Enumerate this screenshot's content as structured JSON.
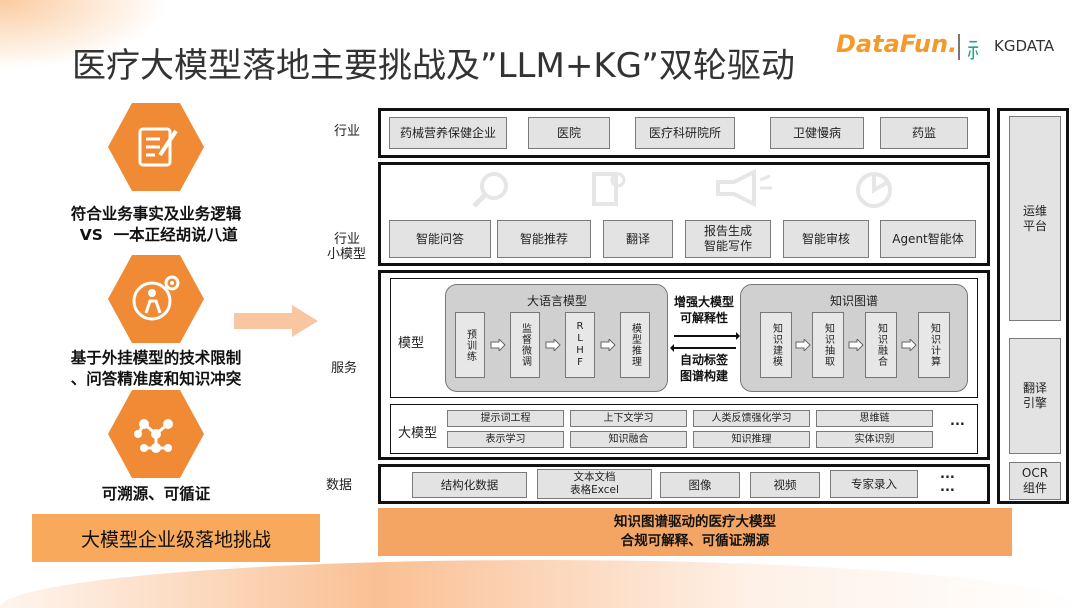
{
  "header": {
    "title": "医疗大模型落地主要挑战及”LLM+KG”双轮驱动",
    "logo_datafun": "DataFun.",
    "logo_kgdata": "KGDATA"
  },
  "left": {
    "challenges": [
      {
        "icon": "document-edit-icon",
        "label": "符合业务事实及业务逻辑\n VS  一本正经胡说八道"
      },
      {
        "icon": "person-gear-icon",
        "label": "基于外挂模型的技术限制\n、问答精准度和知识冲突"
      },
      {
        "icon": "molecule-network-icon",
        "label": "可溯源、可循证"
      }
    ],
    "banner": "大模型企业级落地挑战",
    "colors": {
      "accent": "#f08a34",
      "banner": "#f8a95c"
    }
  },
  "diagram": {
    "row_labels": {
      "industry": "行业",
      "overlap_a": "行业",
      "overlap_b": "小模型",
      "service": "服务",
      "data": "数据"
    },
    "industry_items": [
      "药械营养保健企业",
      "医院",
      "医疗科研院所",
      "卫健慢病",
      "药监"
    ],
    "app_items": [
      "智能问答",
      "智能推荐",
      "翻译",
      "报告生成\n智能写作",
      "智能审核",
      "Agent智能体"
    ],
    "model_section": {
      "label": "模型",
      "llm_title": "大语言模型",
      "llm_steps": [
        "预训练",
        "监督微调",
        "RLHF",
        "模型推理"
      ],
      "kg_title": "知识图谱",
      "kg_steps": [
        "知识建模",
        "知识抽取",
        "知识融合",
        "知识计算"
      ],
      "center_top": "增强大模型\n可解释性",
      "center_bottom": "自动标签\n图谱构建"
    },
    "big_model_section": {
      "label": "大模型",
      "items": [
        "提示词工程",
        "上下文学习",
        "人类反馈强化学习",
        "思维链",
        "表示学习",
        "知识融合",
        "知识推理",
        "实体识别"
      ],
      "ellipsis": "..."
    },
    "data_items": [
      "结构化数据",
      "文本文档\n表格Excel",
      "图像",
      "视频",
      "专家录入"
    ],
    "data_ellipsis": "...\n...",
    "right_column": [
      "运维\n平台",
      "翻译\n引擎",
      "OCR\n组件"
    ],
    "bottom_banner": [
      "知识图谱驱动的医疗大模型",
      "合规可解释、可循证溯源"
    ]
  }
}
